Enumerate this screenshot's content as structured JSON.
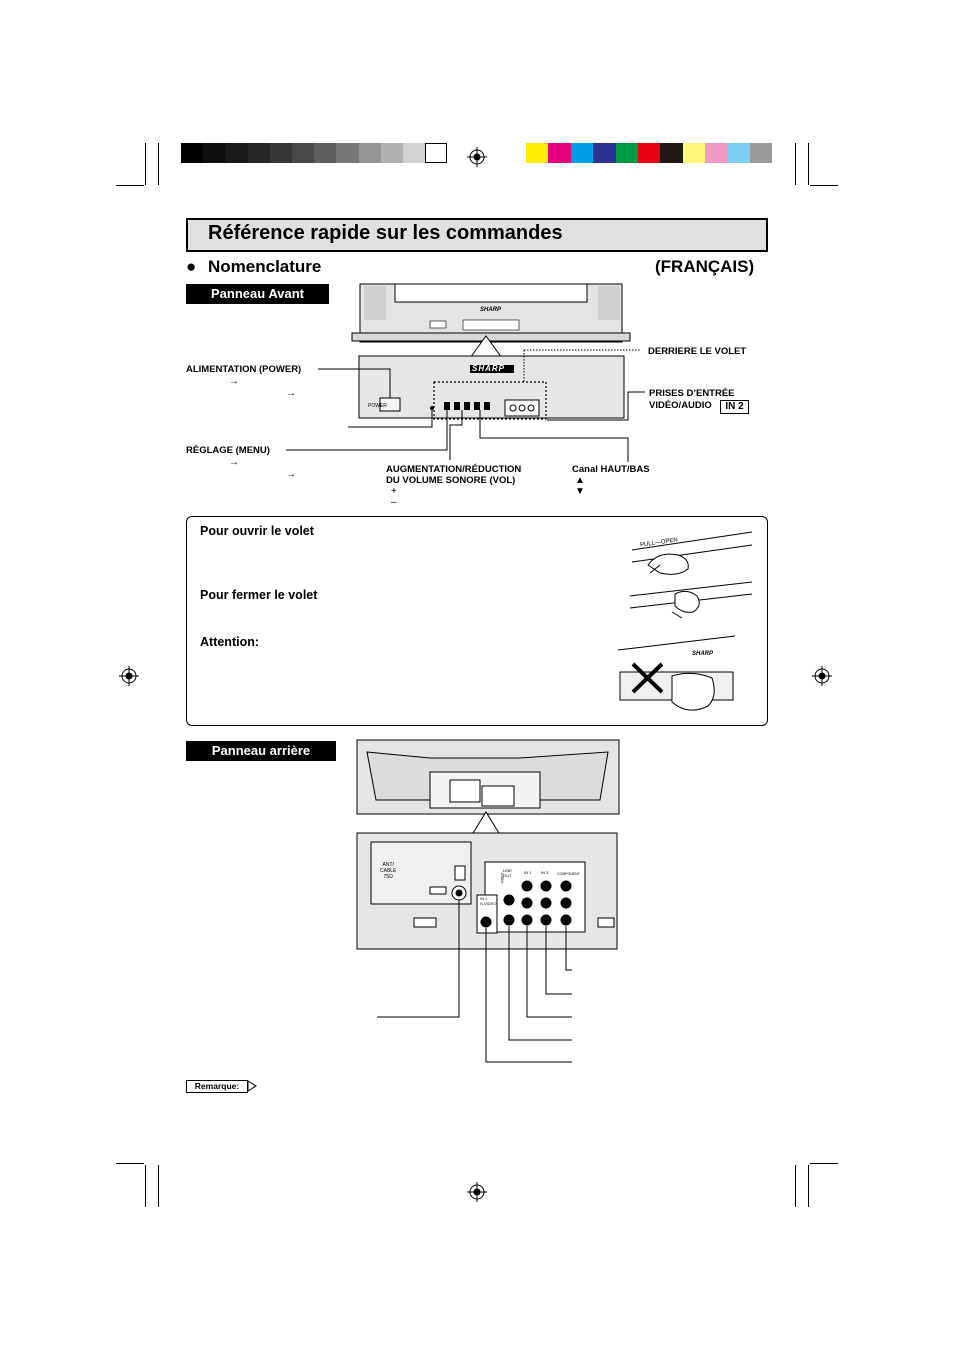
{
  "header": {
    "title": "Référence rapide sur les commandes",
    "section": "Nomenclature",
    "language": "(FRANÇAIS)"
  },
  "front": {
    "tag": "Panneau Avant",
    "power": "ALIMENTATION (POWER)",
    "behind_door": "DERRIERE LE VOLET",
    "inputs_line1": "PRISES D’ENTRÉE",
    "inputs_line2": "VIDÉO/AUDIO",
    "in2": "IN 2",
    "menu": "RÈGLAGE  (MENU)",
    "volume_line1": "AUGMENTATION/RÉDUCTION",
    "volume_line2": "DU VOLUME SONORE (VOL)",
    "vol_plus": "+",
    "vol_minus": "–",
    "channel": "Canal HAUT/BAS",
    "ch_up": "▲",
    "ch_down": "▼",
    "arrow": "→",
    "brand": "SHARP",
    "panel_power": "POWER"
  },
  "door_notes": {
    "open": "Pour ouvrir le volet",
    "close": "Pour fermer le volet",
    "attention": "Attention:",
    "pull_open": "PULL—OPEN"
  },
  "rear": {
    "tag": "Panneau arrière",
    "ant_l1": "ANT/",
    "ant_l2": "CABLE",
    "ant_l3": "75Ω",
    "in1": "IN 1",
    "in1_svideo": "S-VIDEO",
    "line_out": "LINE OUT",
    "in3": "IN 3",
    "component": "COMPONENT",
    "video": "VIDEO"
  },
  "footer": {
    "remark": "Remarque:"
  },
  "colors": {
    "grays": [
      "#000000",
      "#0d0d0d",
      "#1a1a1a",
      "#262626",
      "#363636",
      "#4a4a4a",
      "#5e5e5e",
      "#787878",
      "#949494",
      "#b0b0b0",
      "#d2d2d2",
      "#ffffff"
    ],
    "process": [
      "#ffee00",
      "#e6007e",
      "#00a0e9",
      "#2e3192",
      "#009944",
      "#e60012",
      "#231815",
      "#fff57a",
      "#f09bc6",
      "#7dd0f4",
      "#9b9b9b"
    ]
  }
}
